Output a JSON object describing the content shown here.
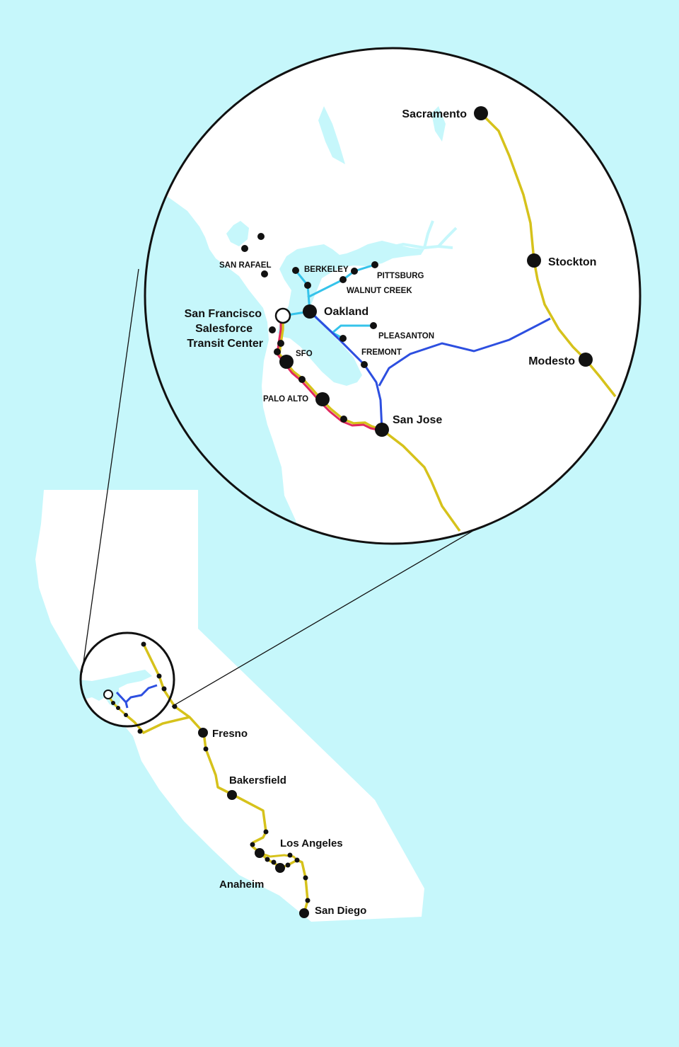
{
  "colors": {
    "sea": "#c6f7fb",
    "land": "#ffffff",
    "hsr_line": "#d6c21b",
    "bart_line": "#35c3ea",
    "acex_line": "#2d4fe0",
    "caltrain_line": "#e02a5e",
    "station": "#111111",
    "terminal_fill": "#ffffff"
  },
  "icons": [
    "station-dot-icon",
    "terminal-open-circle-icon"
  ],
  "inset": {
    "major_stations": {
      "sacramento": "Sacramento",
      "stockton": "Stockton",
      "modesto": "Modesto",
      "oakland": "Oakland",
      "san_jose": "San Jose"
    },
    "sf_terminal": {
      "line1": "San Francisco",
      "line2": "Salesforce",
      "line3": "Transit Center"
    },
    "small_stations": {
      "san_rafael": "SAN RAFAEL",
      "berkeley": "BERKELEY",
      "pittsburg": "PITTSBURG",
      "walnut_creek": "WALNUT CREEK",
      "pleasanton": "PLEASANTON",
      "fremont": "FREMONT",
      "sfo": "SFO",
      "palo_alto": "PALO ALTO"
    }
  },
  "state": {
    "fresno": "Fresno",
    "bakersfield": "Bakersfield",
    "los_angeles": "Los Angeles",
    "anaheim": "Anaheim",
    "san_diego": "San Diego"
  }
}
